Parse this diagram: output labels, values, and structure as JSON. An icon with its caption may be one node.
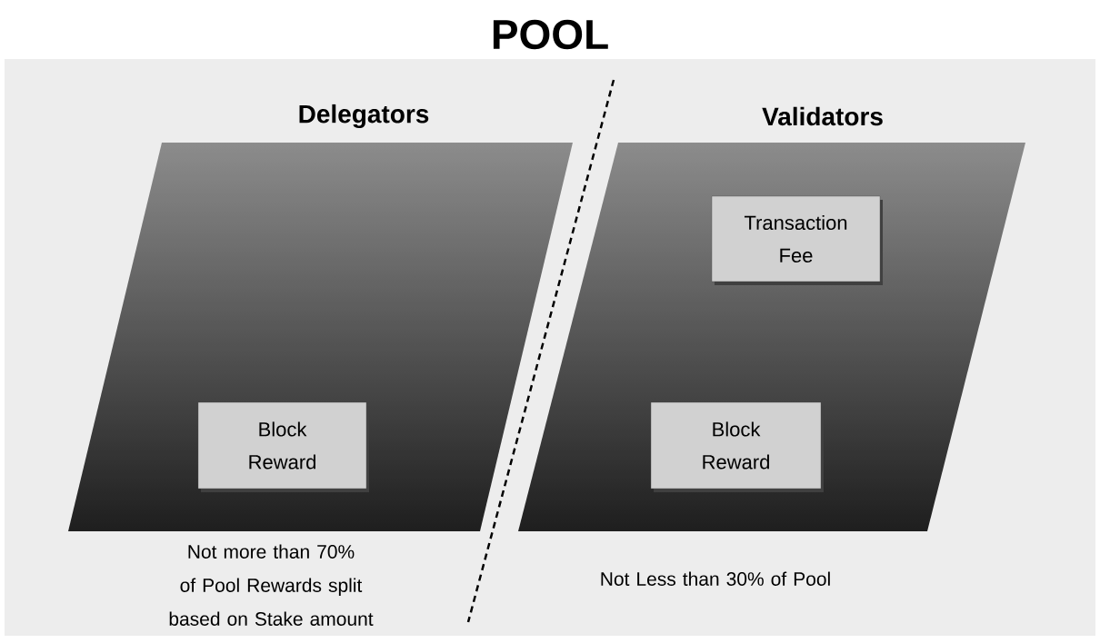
{
  "diagram": {
    "title": "POOL",
    "nodes": [
      {
        "text": [
          "Delegators"
        ],
        "beside": [
          "Not more than 70% of Pool Rewards split based on Stake amount"
        ]
      },
      {
        "text": [
          "Block Reward"
        ],
        "in": 0
      },
      {
        "text": [
          "Validators"
        ],
        "beside": [
          "Not Less than 30% of Pool"
        ]
      },
      {
        "text": [
          "Transaction Fee"
        ],
        "in": 2
      },
      {
        "text": [
          "Block Reward"
        ],
        "in": 2
      }
    ]
  }
}
